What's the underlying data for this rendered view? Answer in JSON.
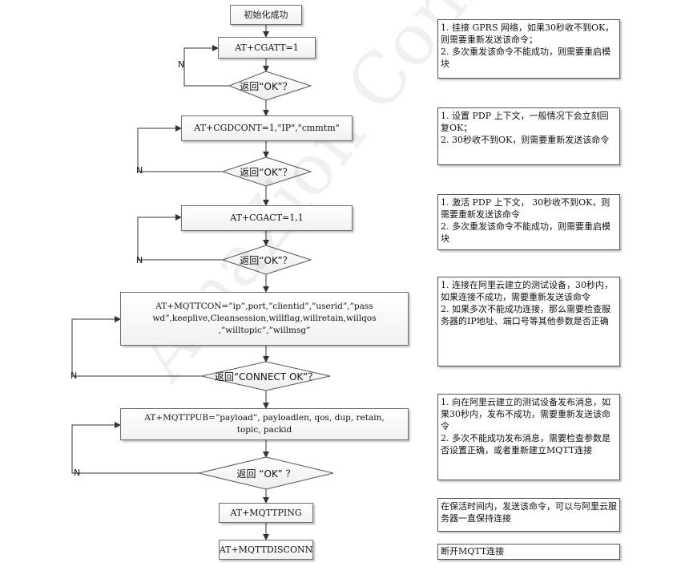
{
  "flow": {
    "start": "初始化成功",
    "cgatt": "AT+CGATT=1",
    "cgdcont": "AT+CGDCONT=1,\"IP\",\"cmmtm\"",
    "cgact": "AT+CGACT=1,1",
    "mqttcon_lines": [
      "AT+MQTTCON=”ip”,port,”clientid”,”userid”,”pass",
      "wd”,keeplive,Cleansession,willflag,willretain,willqos",
      ",”willtopic”,”willmsg”"
    ],
    "mqttpub_lines": [
      "AT+MQTTPUB=”payload”, payloadlen, qos, dup, retain,",
      "topic, packid"
    ],
    "mqttping": "AT+MQTTPING",
    "mqttdisconn": "AT+MQTTDISCONN",
    "decision_ok": "返回“OK”？",
    "decision_ok_spaced": "返回 “OK” ？",
    "decision_connect": "返回“CONNECT OK”？",
    "no_label": "N"
  },
  "notes": {
    "n1": [
      "1.  挂接 GPRS 网络，如果30秒收不到OK，则需要重新发送该命令；",
      "2.  多次重发该命令不能成功，则需要重启模块"
    ],
    "n2": [
      "1.  设置 PDP 上下文，一般情况下会立刻回复OK；",
      "2.  30秒收不到OK，则需要重新发送该命令"
    ],
    "n3": [
      "1.  激活 PDP 上下文，  30秒收不到OK，则需要重新发送该命令",
      "2.  多次重发该命令不能成功，则需要重启模块"
    ],
    "n4": [
      "1.  连接在阿里云建立的测试设备，30秒内，如果连接不成功，需要重新发送该命令",
      "2.  如果多次不能成功连接，那么需要检查服务器的IP地址、端口号等其他参数是否正确"
    ],
    "n5": [
      "1. 向在阿里云建立的测试设备发布消息，如果30秒内，发布不成功，需要重新发送该命令",
      "2. 多次不能成功发布消息，需要检查参数是否设置正确，或者重新建立MQTT连接"
    ],
    "n6": [
      "在保活时间内，发送该命令，可以与阿里云服务器一直保持连接"
    ],
    "n7": [
      "断开MQTT连接"
    ]
  },
  "watermark": "AmaZion Confidential"
}
